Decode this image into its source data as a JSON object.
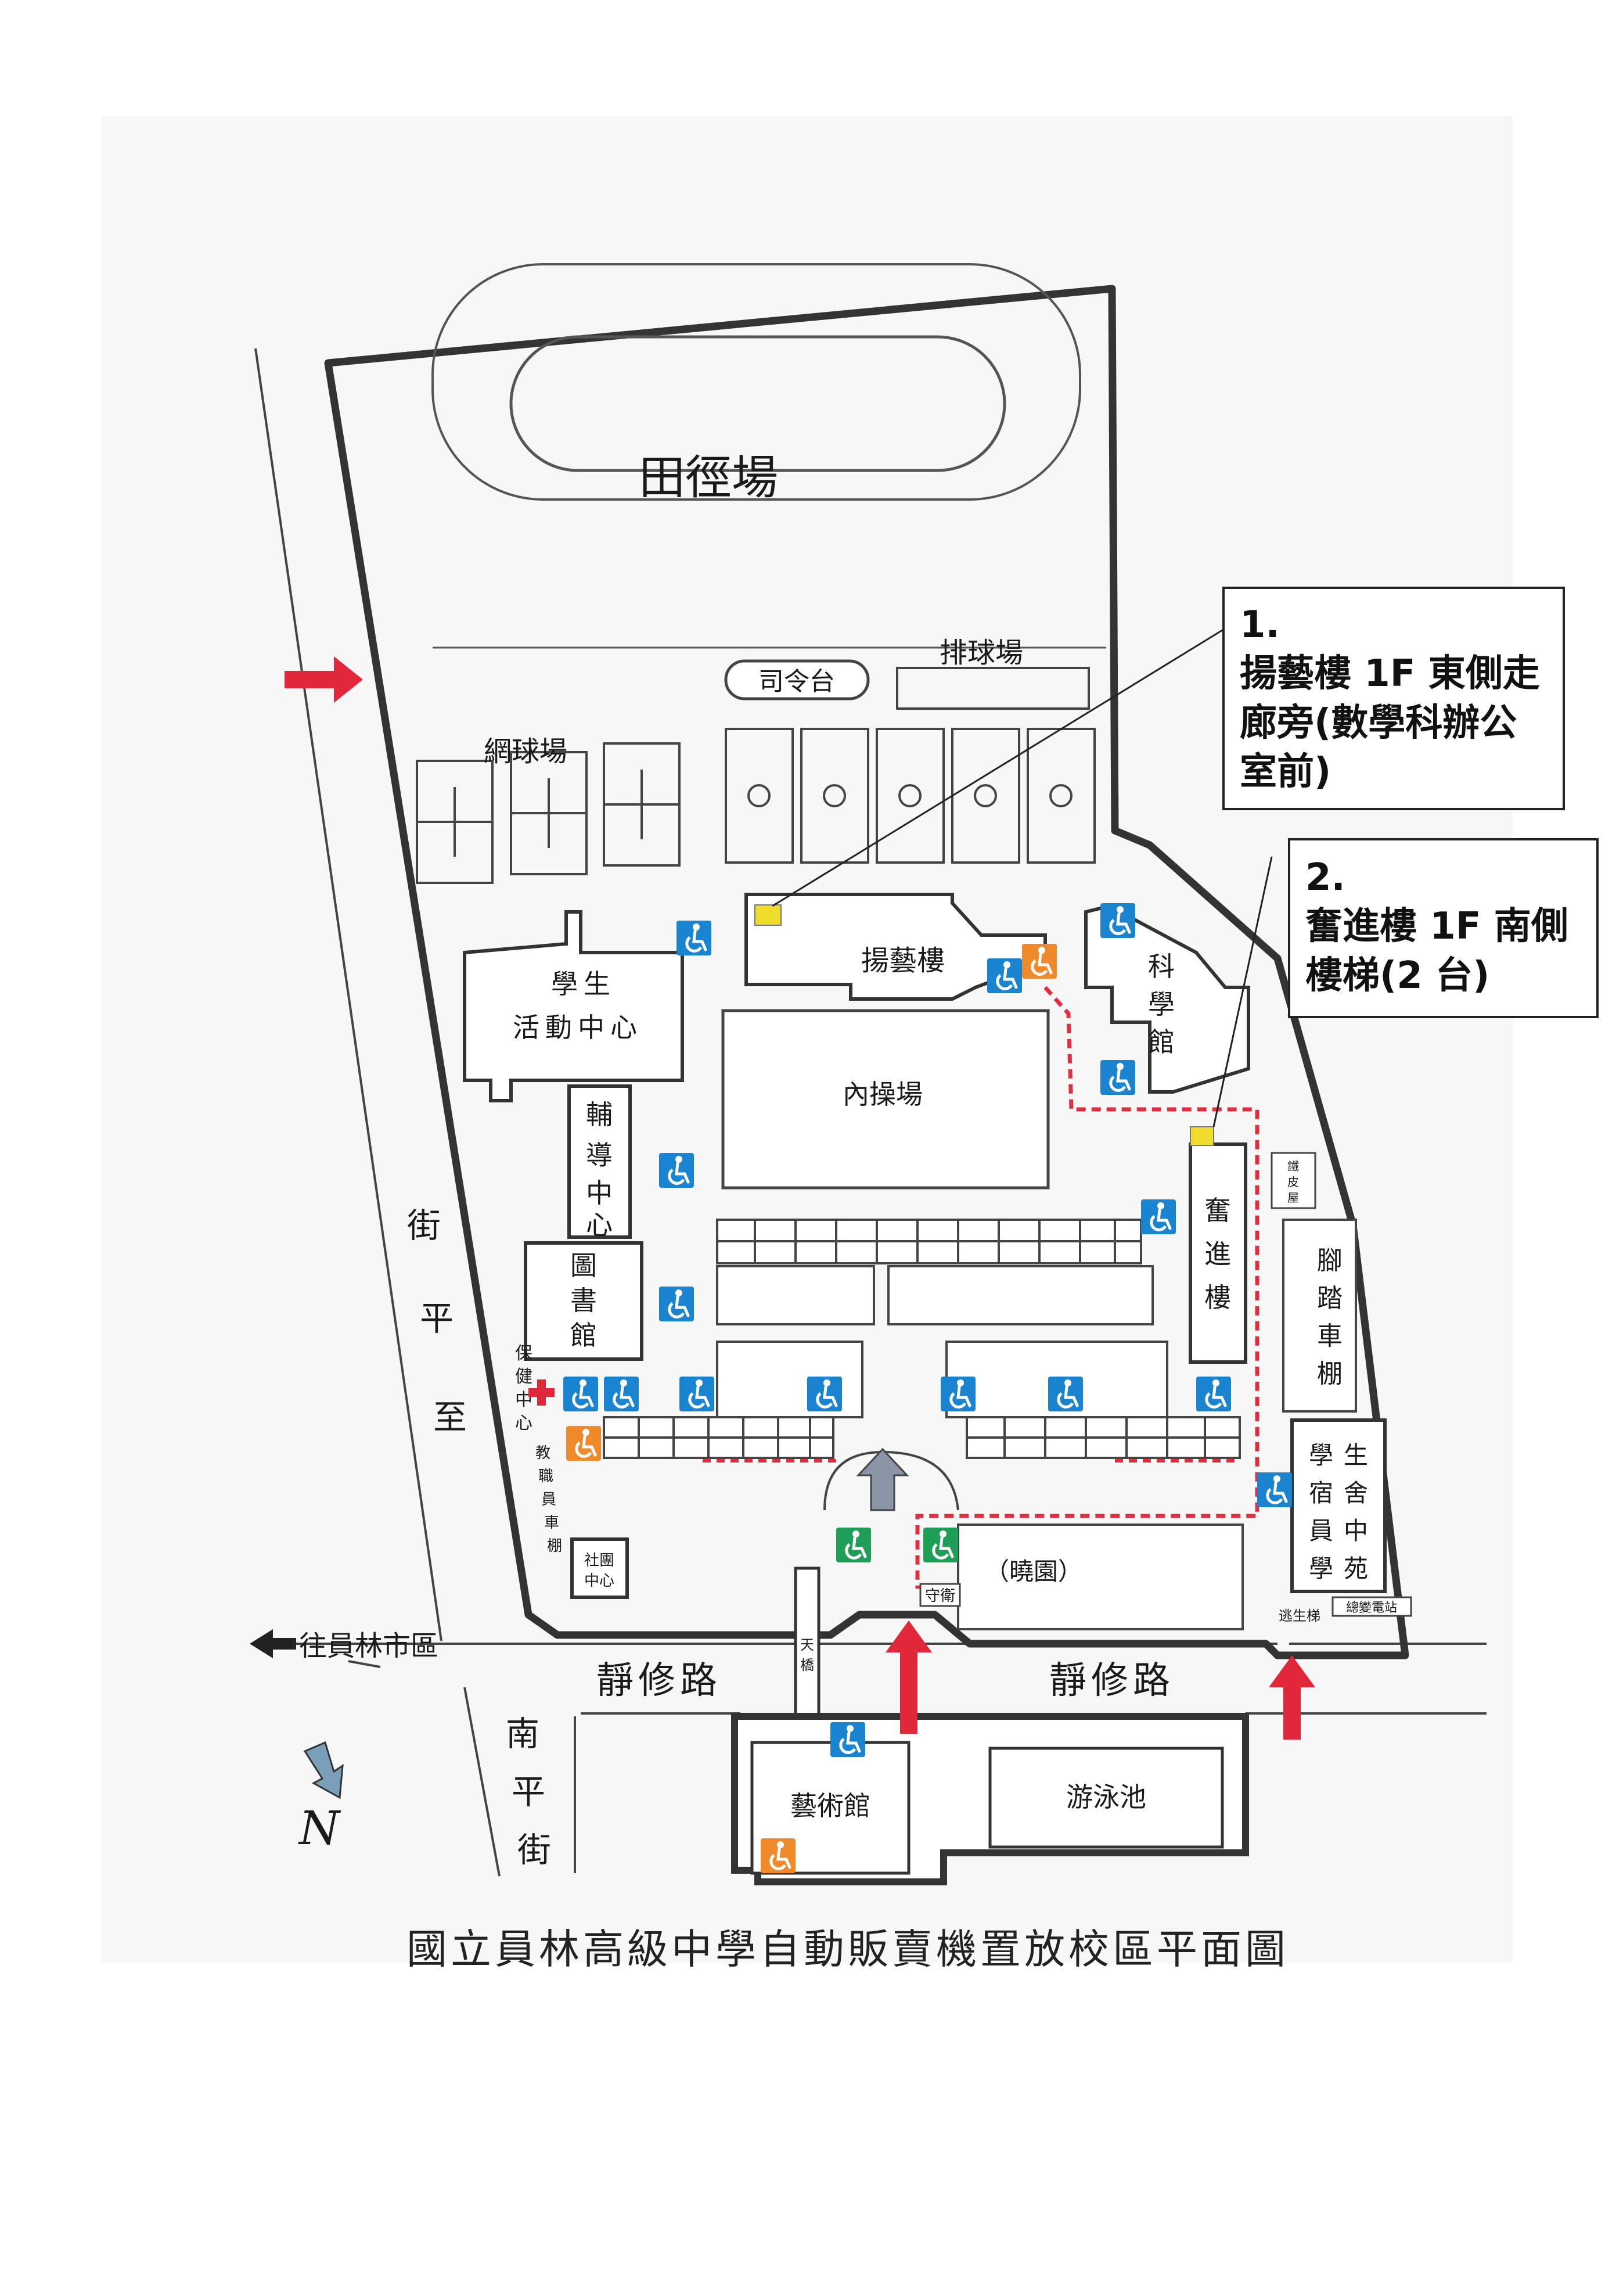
{
  "map_title": "國立員林高級中學自動販賣機置放校區平面圖",
  "callouts": [
    {
      "number": "1.",
      "text": "揚藝樓 1F 東側走廊旁(數學科辦公室前)"
    },
    {
      "number": "2.",
      "text": "奮進樓 1F 南側樓梯(2 台)"
    }
  ],
  "areas": {
    "track_field": "田徑場",
    "reviewing_stand": "司令台",
    "volleyball_courts": "排球場",
    "tennis_courts": "網球場",
    "yangyi_building": "揚藝樓",
    "student_center_line1": "學生",
    "student_center_line2": "活動中心",
    "indoor_court": "內操場",
    "science_building": "科學館",
    "counseling_center": "輔導中心",
    "library": "圖書館",
    "fenjin_building": "奮進樓",
    "bike_shed": "腳踏車棚",
    "iron_house": "鐵皮屋",
    "health_center": "保健中心",
    "staff_parking": "教職員車棚",
    "club_center": "社團中心",
    "dorm_line1": "學生",
    "dorm_line2": "宿舍",
    "dorm_line3": "員中",
    "dorm_line4": "學苑",
    "dawn_garden": "（曉園）",
    "guard": "守衛",
    "sky_bridge": "天橋",
    "escape_stairs": "逃生梯",
    "substation": "總變電站",
    "art_building": "藝術館",
    "swimming_pool": "游泳池"
  },
  "roads": {
    "zhiping_street": "至平街",
    "jingxiu_road_west": "靜修路",
    "jingxiu_road_east": "靜修路",
    "nanping_street": "南平街",
    "to_yuanlin": "往員林市區"
  },
  "compass": "N",
  "colors": {
    "wall": "#333333",
    "entrance_arrow": "#e0283a",
    "accessible_blue": "#1b84d1",
    "accessible_orange": "#ef8a2a",
    "accessible_green": "#1f9e57",
    "vending_marker": "#f0dc2a",
    "route_dash": "#e03040"
  }
}
